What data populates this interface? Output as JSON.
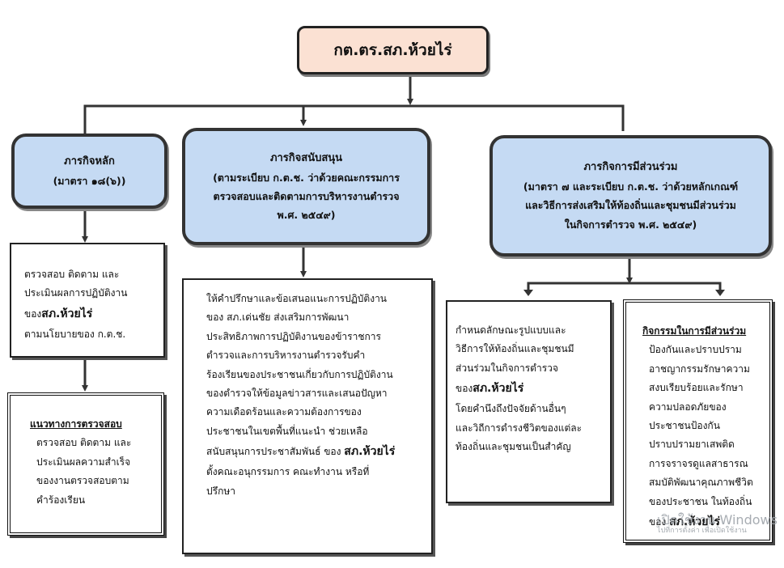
{
  "top_box": {
    "title": "กต.ตร.สภ.ห้วยไร่"
  },
  "main_mission": {
    "lines": [
      "ภารกิจหลัก",
      "(มาตรา ๑๘(๖))"
    ]
  },
  "support_mission": {
    "lines": [
      "ภารกิจสนับสนุน",
      "(ตามระเบียบ ก.ต.ช. ว่าด้วยคณะกรรมการ",
      "ตรวจสอบและติดตามการบริหารงานตำรวจ",
      "พ.ศ. ๒๕๔๙)"
    ]
  },
  "participation_mission": {
    "lines": [
      "ภารกิจการมีส่วนร่วม",
      "(มาตรา ๗ และระเบียบ ก.ต.ช. ว่าด้วยหลักเกณฑ์",
      "และวิธีการส่งเสริมให้ท้องถิ่นและชุมชนมีส่วนร่วม",
      "ในกิจการตำรวจ พ.ศ. ๒๕๔๙)"
    ]
  },
  "inspect_box": {
    "l1": "ตรวจสอบ ติดตาม และ",
    "l2": "ประเมินผลการปฏิบัติงาน",
    "l3a": "ของ",
    "l3b": "สภ.ห้วยไร่",
    "l4": "ตามนโยบายของ ก.ต.ช."
  },
  "guideline_box": {
    "heading": "แนวทางการตรวจสอบ",
    "lines": [
      "ตรวจสอบ ติดตาม และ",
      "ประเมินผลความสำเร็จ",
      "ของงานตรวจสอบตาม",
      "คำร้องเรียน"
    ]
  },
  "advice_box": {
    "lines": [
      "ให้คำปรึกษาและข้อเสนอแนะการปฏิบัติงาน",
      "ของ สภ.เด่นชัย ส่งเสริมการพัฒนา",
      "ประสิทธิภาพการปฏิบัติงานของข้าราชการ",
      "ตำรวจและการบริหารงานตำรวจรับคำ",
      "ร้องเรียนของประชาชนเกี่ยวกับการปฏิบัติงาน",
      "ของตำรวจให้ข้อมูลข่าวสารและเสนอปัญหา",
      "ความเดือดร้อนและความต้องการของ",
      "ประชาชนในเขตพื้นที่แนะนำ ช่วยเหลือ"
    ],
    "l9a": "สนับสนุนการประชาสัมพันธ์ ของ ",
    "l9b": "สภ.ห้วยไร่",
    "l10": "ตั้งคณะอนุกรรมการ คณะทำงาน หรือที่",
    "l11": "ปรึกษา"
  },
  "format_box": {
    "l1": "กำหนดลักษณะรูปแบบและ",
    "l2": "วิธีการให้ท้องถิ่นและชุมชนมี",
    "l3": "ส่วนร่วมในกิจการตำรวจ",
    "l4a": "ของ",
    "l4b": "สภ.ห้วยไร่",
    "l5": "โดยคำนึงถึงปัจจัยด้านอื่นๆ",
    "l6": "และวิถีการดำรงชีวิตของแต่ละ",
    "l7": "ท้องถิ่นและชุมชนเป็นสำคัญ"
  },
  "activities_box": {
    "heading": "กิจกรรมในการมีส่วนร่วม",
    "lines": [
      "ป้องกันและปราบปราม",
      "อาชญากรรมรักษาความ",
      "สงบเรียบร้อยและรักษา",
      "ความปลอดภัยของ",
      "ประชาชนป้องกัน",
      "ปราบปรามยาเสพติด",
      "การจราจรดูแลสาธารณ",
      "สมบัติพัฒนาคุณภาพชีวิต",
      "ของประชาชน  ในท้องถิ่น"
    ],
    "l_last_a": "ของ  ",
    "l_last_b": "สภ.ห้วยไร่"
  },
  "watermark": {
    "line1": "เปิดใช้งาน Windows",
    "line2": "ไปที่การตั้งค่า เพื่อเปิดใช้งาน"
  },
  "colors": {
    "top_fill": "#fbe1d3",
    "mission_fill": "#c5daf3",
    "border": "#222222"
  }
}
